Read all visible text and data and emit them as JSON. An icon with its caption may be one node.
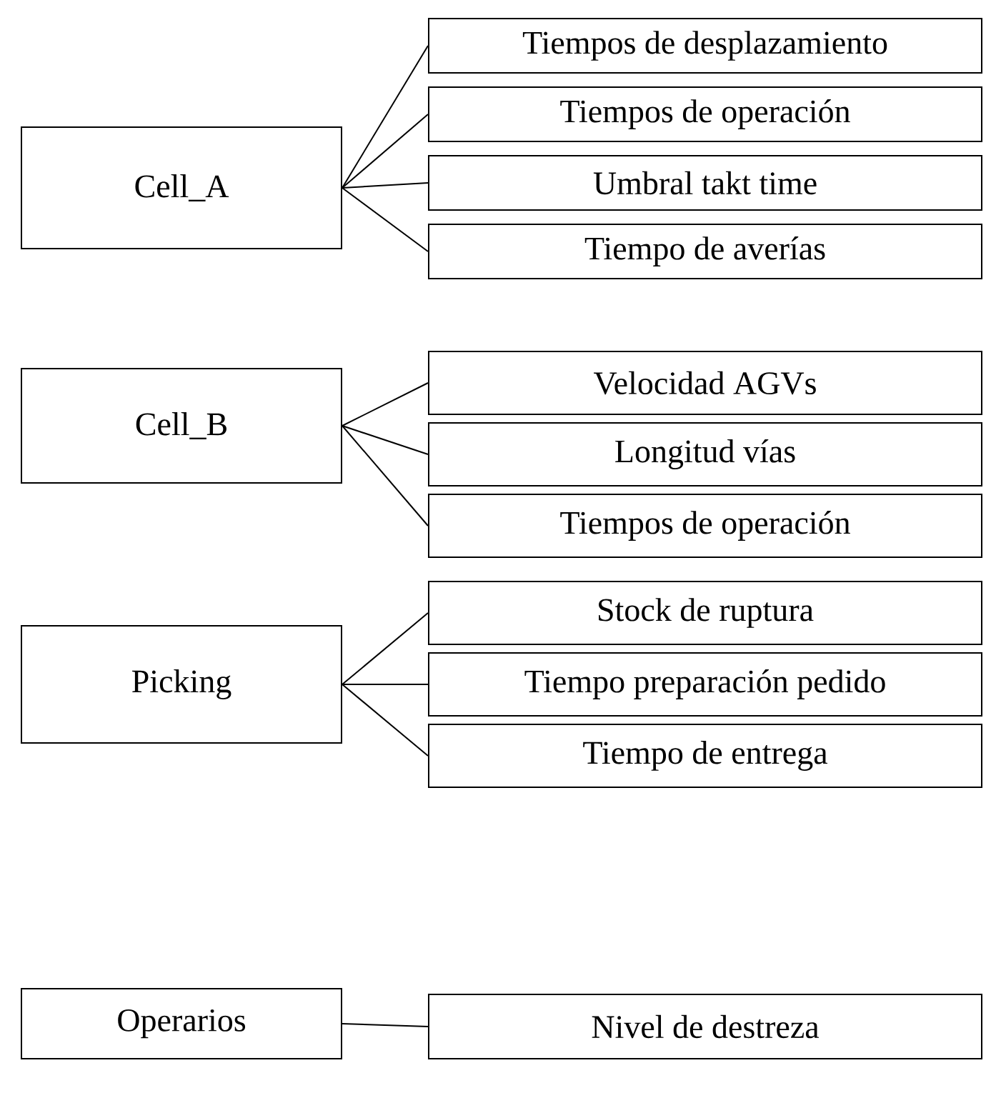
{
  "diagram": {
    "nodes": [
      {
        "text": [
          "Cell_A"
        ]
      },
      {
        "text": [
          "Tiempos de desplazamiento"
        ]
      },
      {
        "text": [
          "Tiempos de operación"
        ]
      },
      {
        "text": [
          "Umbral takt time"
        ]
      },
      {
        "text": [
          "Tiempo de averías"
        ]
      },
      {
        "text": [
          "Cell_B"
        ]
      },
      {
        "text": [
          "Velocidad AGVs"
        ]
      },
      {
        "text": [
          "Longitud vías"
        ]
      },
      {
        "text": [
          "Tiempos de operación"
        ]
      },
      {
        "text": [
          "Picking"
        ]
      },
      {
        "text": [
          "Stock de ruptura"
        ]
      },
      {
        "text": [
          "Tiempo preparación pedido"
        ]
      },
      {
        "text": [
          "Tiempo de entrega"
        ]
      },
      {
        "text": [
          "Operarios"
        ]
      },
      {
        "text": [
          "Nivel de destreza"
        ]
      }
    ],
    "edges": [
      {
        "from": 0,
        "to": 1,
        "arrow": "none"
      },
      {
        "from": 0,
        "to": 2,
        "arrow": "none"
      },
      {
        "from": 0,
        "to": 3,
        "arrow": "none"
      },
      {
        "from": 0,
        "to": 4,
        "arrow": "none"
      },
      {
        "from": 5,
        "to": 6,
        "arrow": "none"
      },
      {
        "from": 5,
        "to": 7,
        "arrow": "none"
      },
      {
        "from": 5,
        "to": 8,
        "arrow": "none"
      },
      {
        "from": 9,
        "to": 10,
        "arrow": "none"
      },
      {
        "from": 9,
        "to": 11,
        "arrow": "none"
      },
      {
        "from": 9,
        "to": 12,
        "arrow": "none"
      },
      {
        "from": 13,
        "to": 14,
        "arrow": "none"
      }
    ]
  }
}
